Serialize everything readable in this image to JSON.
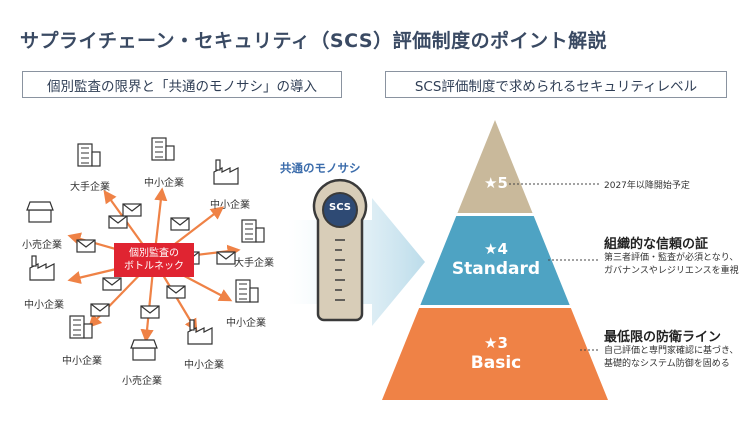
{
  "title": "サプライチェーン・セキュリティ（SCS）評価制度のポイント解説",
  "left_section": {
    "heading": "個別監査の限界と「共通のモノサシ」の導入",
    "center_label_line1": "個別監査の",
    "center_label_line2": "ボトルネック",
    "companies": [
      {
        "label": "大手企業",
        "icon": "office-building-icon"
      },
      {
        "label": "中小企業",
        "icon": "office-building-icon"
      },
      {
        "label": "中小企業",
        "icon": "factory-icon"
      },
      {
        "label": "大手企業",
        "icon": "office-building-icon"
      },
      {
        "label": "中小企業",
        "icon": "office-building-icon"
      },
      {
        "label": "中小企業",
        "icon": "factory-icon"
      },
      {
        "label": "小売企業",
        "icon": "store-icon"
      },
      {
        "label": "中小企業",
        "icon": "office-building-icon"
      },
      {
        "label": "中小企業",
        "icon": "factory-icon"
      },
      {
        "label": "小売企業",
        "icon": "store-icon"
      }
    ],
    "key_title": "共通のモノサシ",
    "key_label": "SCS"
  },
  "right_section": {
    "heading": "SCS評価制度で求められるセキュリティレベル",
    "levels": [
      {
        "star_label": "★5",
        "name": "",
        "color": "#c9b99b",
        "desc_title": "",
        "desc_lines": [
          "2027年以降開始予定"
        ]
      },
      {
        "star_label": "★4",
        "name": "Standard",
        "color": "#4ea3c3",
        "desc_title": "組織的な信頼の証",
        "desc_lines": [
          "第三者評価・監査が必須となり、",
          "ガバナンスやレジリエンスを重視"
        ]
      },
      {
        "star_label": "★3",
        "name": "Basic",
        "color": "#ef8246",
        "desc_title": "最低限の防衛ライン",
        "desc_lines": [
          "自己評価と専門家確認に基づき、",
          "基礎的なシステム防御を固める"
        ]
      }
    ]
  },
  "colors": {
    "arrow": "#ef8246",
    "center": "#e02431",
    "accent_blue": "#3b6cab",
    "border": "#8a93a0"
  }
}
